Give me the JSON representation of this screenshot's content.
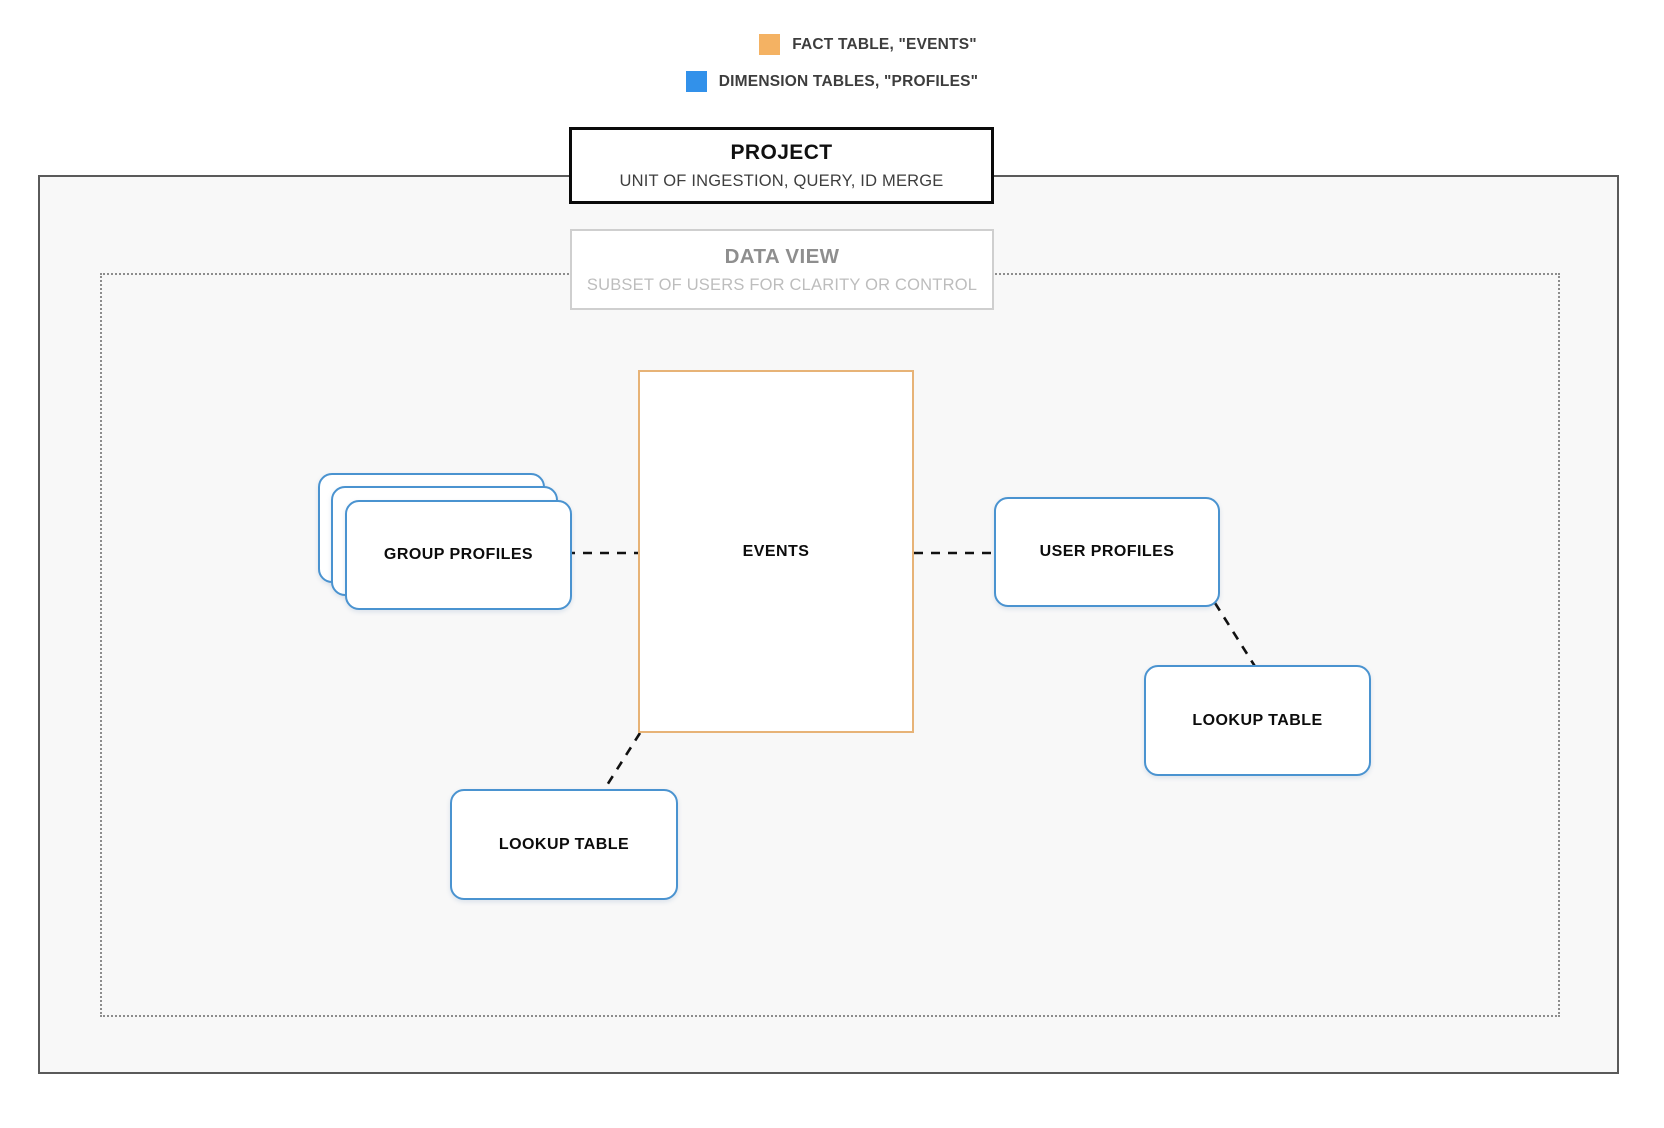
{
  "legend": {
    "items": [
      {
        "label": "FACT TABLE, \"EVENTS\"",
        "color": "#f4b263",
        "swatch_name": "legend-swatch-fact"
      },
      {
        "label": "DIMENSION TABLES, \"PROFILES\"",
        "color": "#3291ea",
        "swatch_name": "legend-swatch-dimension"
      }
    ]
  },
  "project": {
    "title": "PROJECT",
    "subtitle": "UNIT OF INGESTION, QUERY, ID MERGE",
    "border_color": "#0a0a0a"
  },
  "data_view": {
    "title": "DATA VIEW",
    "subtitle": "SUBSET OF USERS FOR CLARITY OR CONTROL",
    "border_color": "#cfcfcf",
    "text_color": "#8e8e8e"
  },
  "nodes": {
    "events": {
      "label": "EVENTS",
      "type": "fact-table",
      "border_color": "#e7b377"
    },
    "group_profiles": {
      "label": "GROUP PROFILES",
      "type": "dimension-table-stack",
      "stack_count": 3,
      "border_color": "#4a93d0"
    },
    "user_profiles": {
      "label": "USER PROFILES",
      "type": "dimension-table",
      "border_color": "#4a93d0"
    },
    "lookup_table_left": {
      "label": "LOOKUP TABLE",
      "type": "dimension-table",
      "border_color": "#4a93d0"
    },
    "lookup_table_right": {
      "label": "LOOKUP TABLE",
      "type": "dimension-table",
      "border_color": "#4a93d0"
    }
  },
  "connections": [
    {
      "name": "group-profiles-to-events",
      "from": "group_profiles",
      "to": "events",
      "style": "dashed"
    },
    {
      "name": "events-to-user-profiles",
      "from": "events",
      "to": "user_profiles",
      "style": "dashed"
    },
    {
      "name": "user-profiles-to-lookup-right",
      "from": "user_profiles",
      "to": "lookup_table_right",
      "style": "dashed"
    },
    {
      "name": "events-to-lookup-left",
      "from": "events",
      "to": "lookup_table_left",
      "style": "dashed"
    }
  ],
  "canvas": {
    "background": "#ffffff",
    "frame_background": "#f8f8f8",
    "frame_border_color": "#5a5a5a",
    "dotted_border_color": "#8d8d8d"
  }
}
